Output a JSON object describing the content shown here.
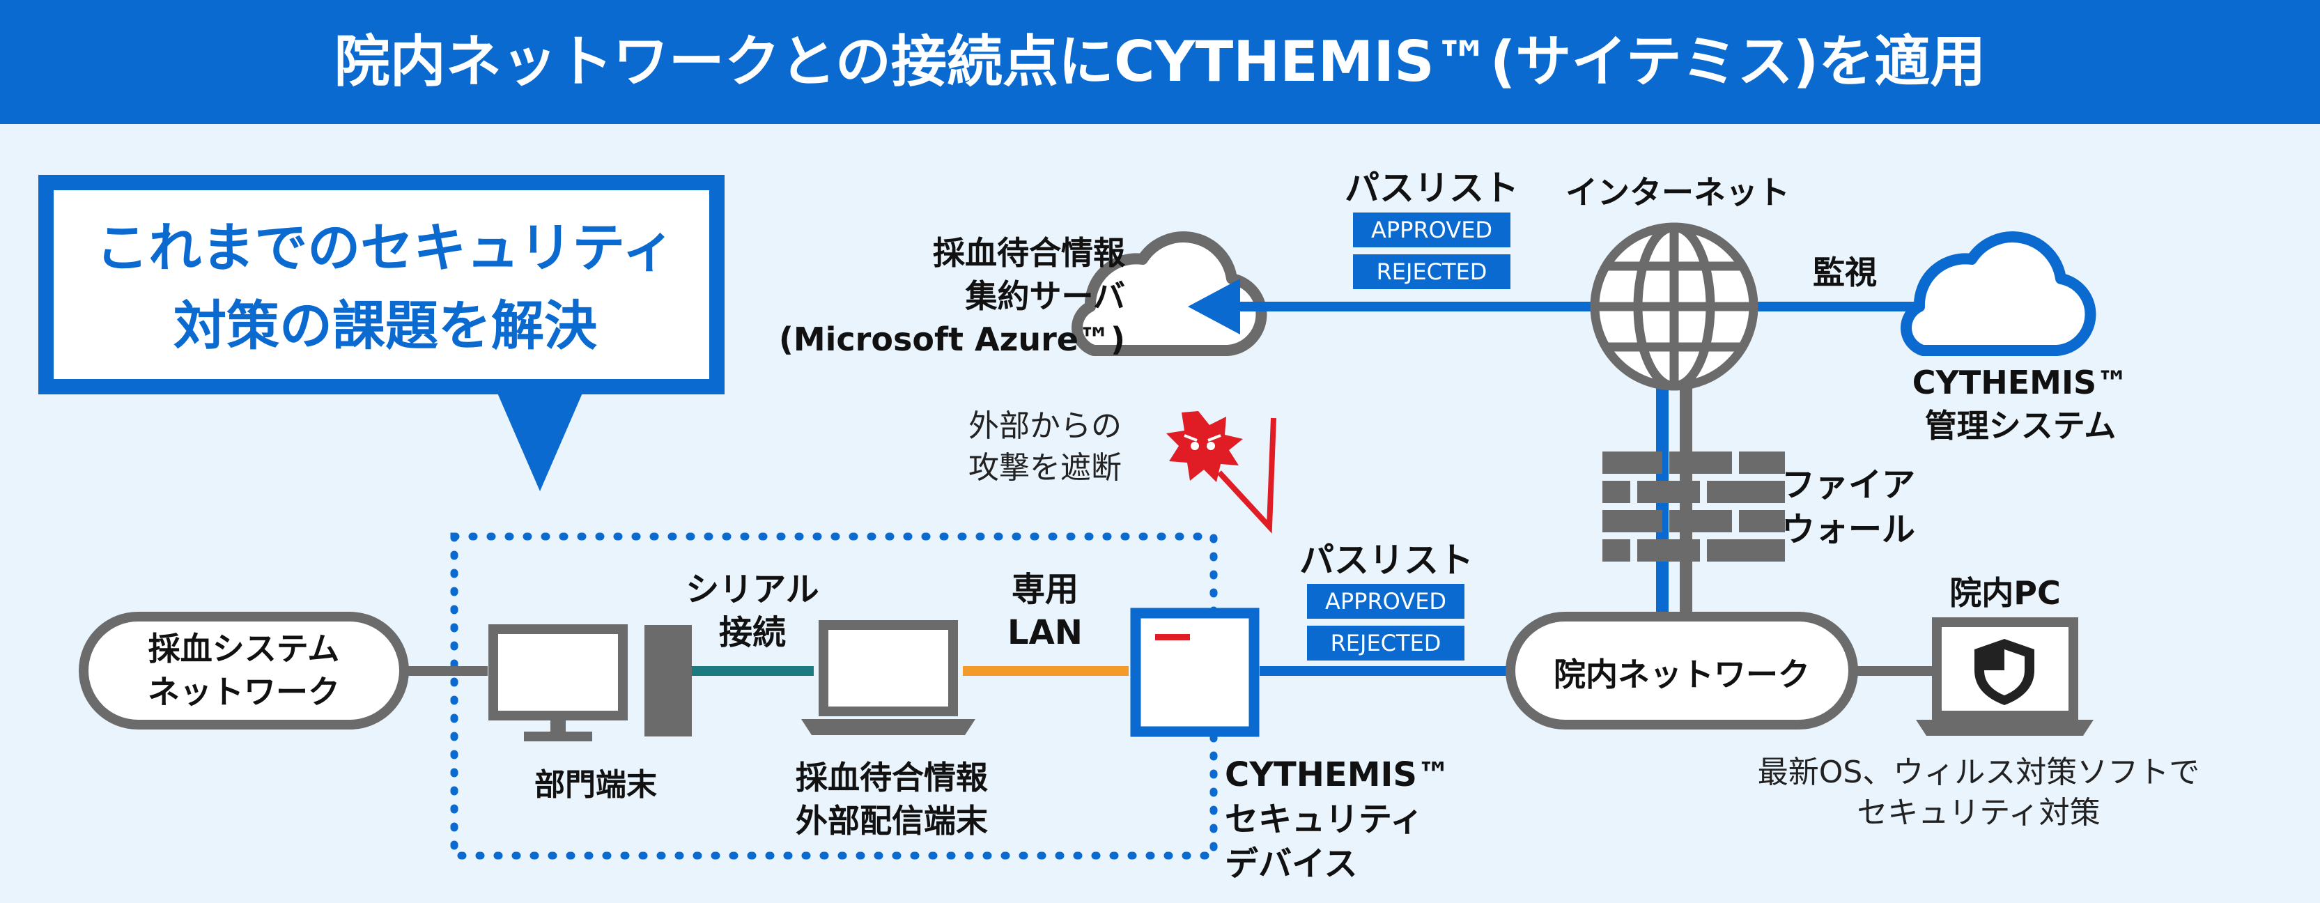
{
  "title": "院内ネットワークとの接続点にCYTHEMIS™(サイテミス)を適用",
  "callout": {
    "line1": "これまでのセキュリティ",
    "line2": "対策の課題を解決"
  },
  "passlist_top": {
    "label": "パスリスト",
    "approved": "APPROVED",
    "rejected": "REJECTED"
  },
  "passlist_mid": {
    "label": "パスリスト",
    "approved": "APPROVED",
    "rejected": "REJECTED"
  },
  "internet_label": "インターネット",
  "azure_server": {
    "line1": "採血待合情報",
    "line2": "集約サーバ",
    "line3": "(Microsoft Azure™)"
  },
  "monitor_label": "監視",
  "mgmt_system": {
    "line1": "CYTHEMIS™",
    "line2": "管理システム"
  },
  "attack_label": {
    "line1": "外部からの",
    "line2": "攻撃を遮断"
  },
  "firewall_label": {
    "line1": "ファイア",
    "line2": "ウォール"
  },
  "hospital_pc_label": "院内PC",
  "blood_system": {
    "line1": "採血システム",
    "line2": "ネットワーク"
  },
  "serial": {
    "line1": "シリアル",
    "line2": "接続"
  },
  "dedicated_lan": {
    "line1": "専用",
    "line2": "LAN"
  },
  "hospital_network": "院内ネットワーク",
  "department_terminal": "部門端末",
  "external_terminal": {
    "line1": "採血待合情報",
    "line2": "外部配信端末"
  },
  "cythemis_device": {
    "line1": "CYTHEMIS™",
    "line2": "セキュリティ",
    "line3": "デバイス"
  },
  "pc_note": {
    "line1": "最新OS、ウィルス対策ソフトで",
    "line2": "セキュリティ対策"
  },
  "colors": {
    "brand_blue": "#0a6ad0",
    "gray": "#6b6b6b",
    "teal": "#1b7b80",
    "orange": "#f39a2a",
    "red": "#e01d25"
  },
  "icons": [
    "cloud-icon",
    "globe-icon",
    "firewall-icon",
    "monitor-icon",
    "laptop-icon",
    "shield-icon",
    "attack-icon",
    "security-device-icon"
  ]
}
